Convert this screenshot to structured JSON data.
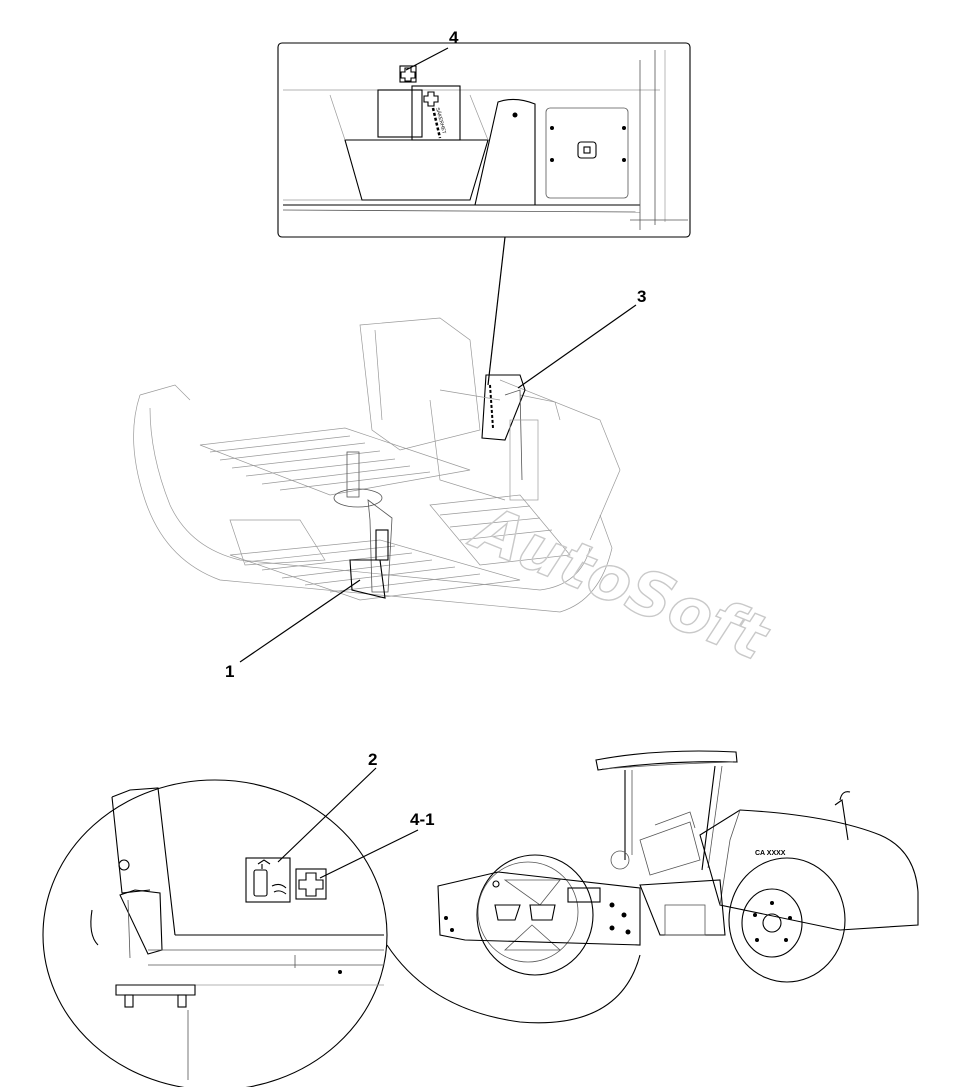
{
  "callouts": {
    "c1": "1",
    "c2": "2",
    "c3": "3",
    "c4": "4",
    "c4_1": "4-1"
  },
  "labels": {
    "machine_model_plate": "CA XXXX",
    "decal_lettering": "SÄKERHET"
  },
  "watermark": "AutoSoft",
  "colors": {
    "line": "#000000",
    "light_line": "#9a9a9a",
    "watermark": "#c9c9c9",
    "background": "#ffffff"
  },
  "icons": {
    "first_aid_decal": "first-aid-cross-icon",
    "fire_extinguisher_decal": "fire-extinguisher-icon"
  }
}
